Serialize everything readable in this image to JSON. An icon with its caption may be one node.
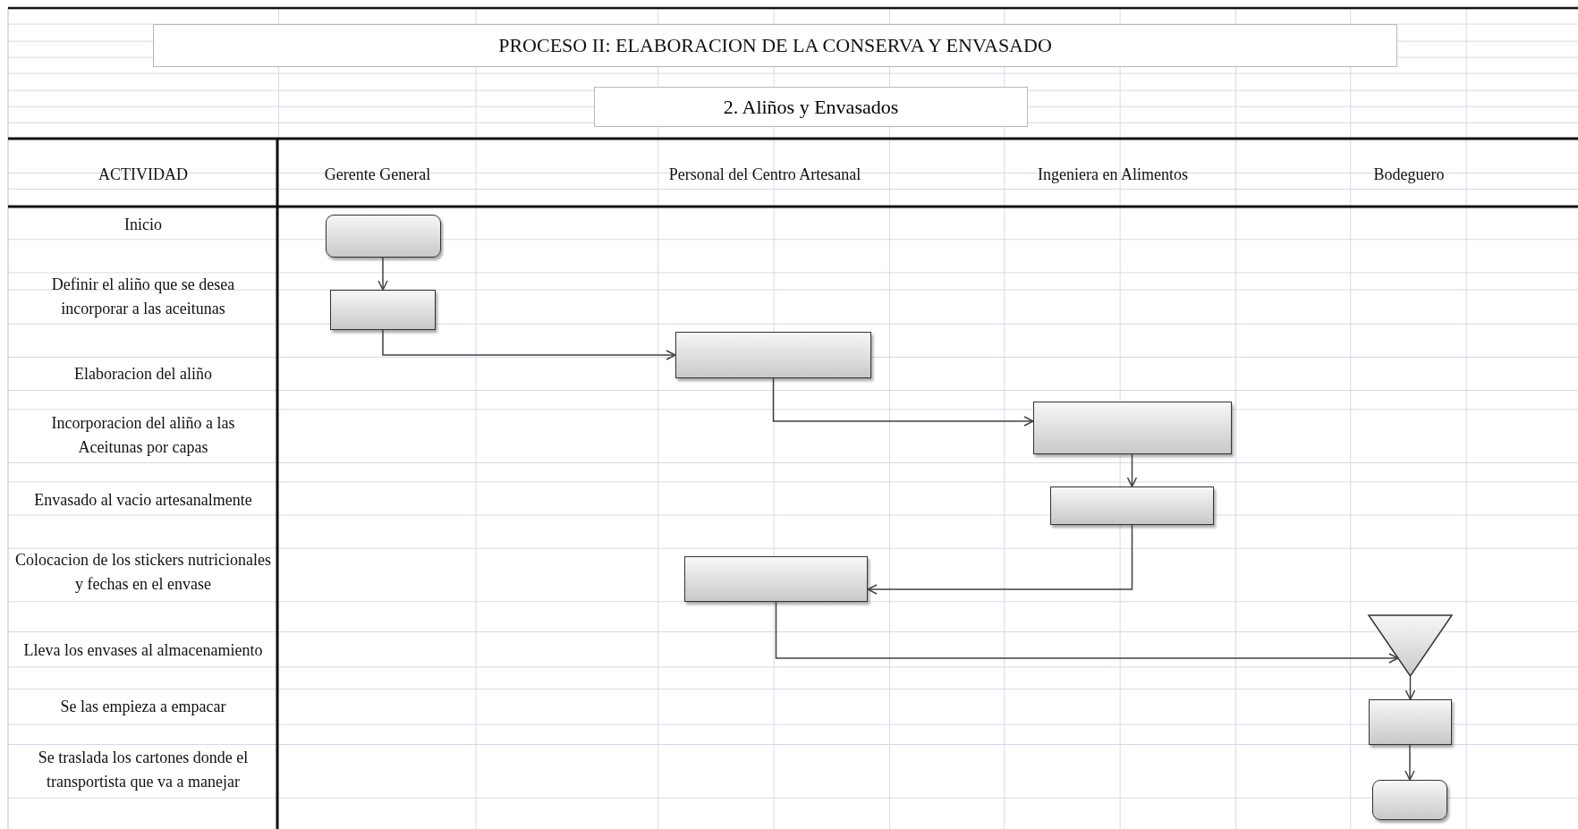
{
  "diagram": {
    "title": "PROCESO II: ELABORACION DE LA CONSERVA Y ENVASADO",
    "nodes": [
      {
        "text": [],
        "shape": "terminal"
      },
      {
        "text": [],
        "shape": "box"
      },
      {
        "text": [],
        "shape": "box"
      },
      {
        "text": [],
        "shape": "box"
      },
      {
        "text": [],
        "shape": "box"
      },
      {
        "text": [],
        "shape": "box"
      },
      {
        "text": [],
        "shape": "triangle"
      },
      {
        "text": [],
        "shape": "box"
      },
      {
        "text": [],
        "shape": "terminal"
      }
    ],
    "edges": [
      {
        "from": 0,
        "to": 1,
        "arrow": "to"
      },
      {
        "from": 1,
        "to": 2,
        "arrow": "to"
      },
      {
        "from": 2,
        "to": 3,
        "arrow": "to"
      },
      {
        "from": 3,
        "to": 4,
        "arrow": "to"
      },
      {
        "from": 4,
        "to": 5,
        "arrow": "to"
      },
      {
        "from": 5,
        "to": 6,
        "arrow": "to"
      },
      {
        "from": 6,
        "to": 7,
        "arrow": "to"
      },
      {
        "from": 7,
        "to": 8,
        "arrow": "to"
      }
    ],
    "labels": [
      "2. Aliños y Envasados",
      "ACTIVIDAD",
      "Gerente General",
      "Personal del Centro Artesanal",
      "Ingeniera en Alimentos",
      "Bodeguero",
      "Inicio",
      "Definir el aliño que se desea incorporar a las aceitunas",
      "Elaboracion del aliño",
      "Incorporacion del aliño a las Aceitunas por capas",
      "Envasado al vacio artesanalmente",
      "Colocacion de los stickers nutricionales y fechas en el envase",
      "Lleva los envases al almacenamiento",
      "Se las empieza a empacar",
      "Se traslada los cartones donde el transportista que va a manejar"
    ]
  }
}
